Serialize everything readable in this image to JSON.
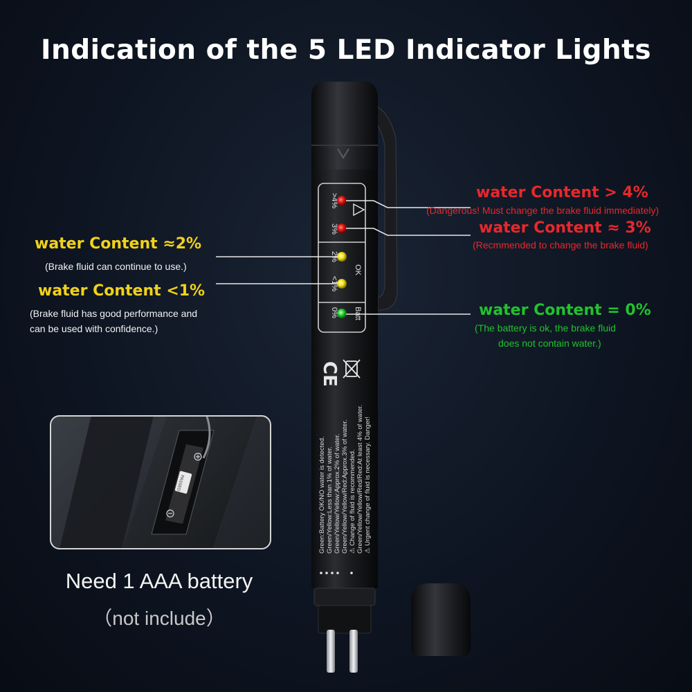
{
  "title": "Indication of the 5 LED Indicator Lights",
  "indicators": {
    "red_high": {
      "heading": "water Content > 4%",
      "note": "(Dangerous! Must change the brake fluid immediately)",
      "color": "#e8282c"
    },
    "red_mid": {
      "heading": "water Content ≈ 3%",
      "note": "(Recmmended to change the brake fluid)",
      "color": "#e8282c"
    },
    "yellow_2": {
      "heading": "water Content ≈2%",
      "note": "(Brake fluid can continue to use.)",
      "color": "#f1d21b"
    },
    "yellow_1": {
      "heading": "water Content <1%",
      "note_line1": "(Brake fluid has good performance and",
      "note_line2": "can be used with confidence.)",
      "color": "#f1d21b"
    },
    "green": {
      "heading": "water Content = 0%",
      "note_line1": "(The battery is ok, the brake fluid",
      "note_line2": "does not contain water.)",
      "color": "#22c22e"
    }
  },
  "pen": {
    "scale_labels": [
      ">4%",
      "3%",
      "2%",
      "<1%",
      "0%"
    ],
    "side_labels": {
      "ok": "OK",
      "batt": "Batt"
    },
    "ce_mark": "CE",
    "instructions": [
      "Green:Battery OK/NO water is detected.",
      "Green/Yellow:Less than 1% of water.",
      "Green/Yellow/Yellow:Approx.2% of water.",
      "Green/Yellow/Yellow/Red:Approx.3% of water.",
      "⚠ Change of fluid is recommended.",
      "Green/Yellow/Yellow/Red/Red:At least 4% of water.",
      "⚠ Urgent change of fluid is necessary. Danger!"
    ],
    "battery_tag": "PASSED QC"
  },
  "battery": {
    "caption": "Need 1 AAA battery",
    "note": "（not include）"
  }
}
